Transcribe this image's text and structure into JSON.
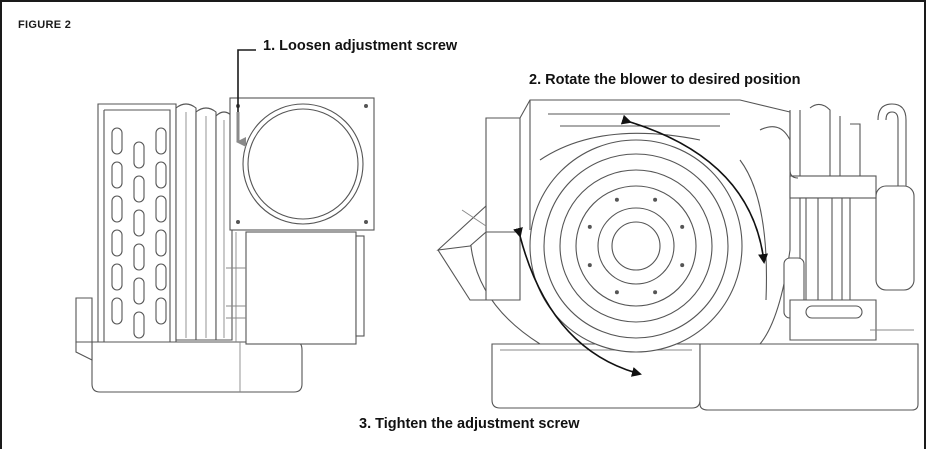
{
  "figure": {
    "label": "FIGURE 2"
  },
  "steps": [
    {
      "text": "1. Loosen adjustment screw"
    },
    {
      "text": "2. Rotate the blower to desired position"
    },
    {
      "text": "3. Tighten the adjustment screw"
    }
  ],
  "colors": {
    "line": "#555555",
    "arrow": "#111111",
    "pointer": "#8a8a8a"
  }
}
